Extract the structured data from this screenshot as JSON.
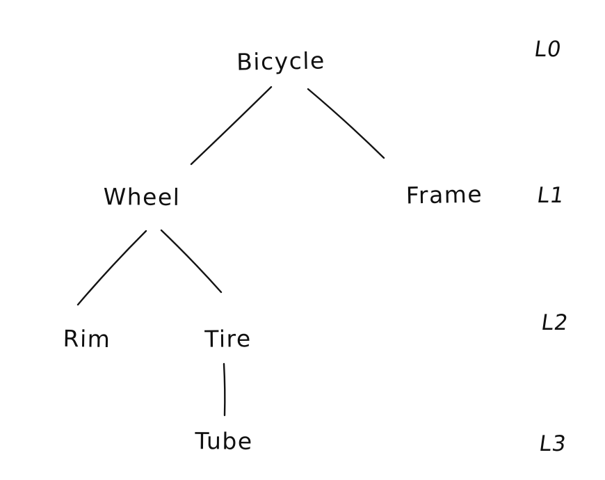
{
  "diagram": {
    "type": "tree",
    "description": "Hand-drawn component hierarchy of a bicycle with depth level labels",
    "colors": {
      "ink": "#131313",
      "background": "#ffffff"
    },
    "nodes": [
      {
        "id": "bicycle",
        "label": "Bicycle",
        "level": 0
      },
      {
        "id": "wheel",
        "label": "Wheel",
        "level": 1
      },
      {
        "id": "frame",
        "label": "Frame",
        "level": 1
      },
      {
        "id": "rim",
        "label": "Rim",
        "level": 2
      },
      {
        "id": "tire",
        "label": "Tire",
        "level": 2
      },
      {
        "id": "tube",
        "label": "Tube",
        "level": 3
      }
    ],
    "edges": [
      {
        "from": "Bicycle",
        "to": "Wheel"
      },
      {
        "from": "Bicycle",
        "to": "Frame"
      },
      {
        "from": "Wheel",
        "to": "Rim"
      },
      {
        "from": "Wheel",
        "to": "Tire"
      },
      {
        "from": "Tire",
        "to": "Tube"
      }
    ],
    "level_labels": [
      {
        "label": "L0"
      },
      {
        "label": "L1"
      },
      {
        "label": "L2"
      },
      {
        "label": "L3"
      }
    ]
  }
}
